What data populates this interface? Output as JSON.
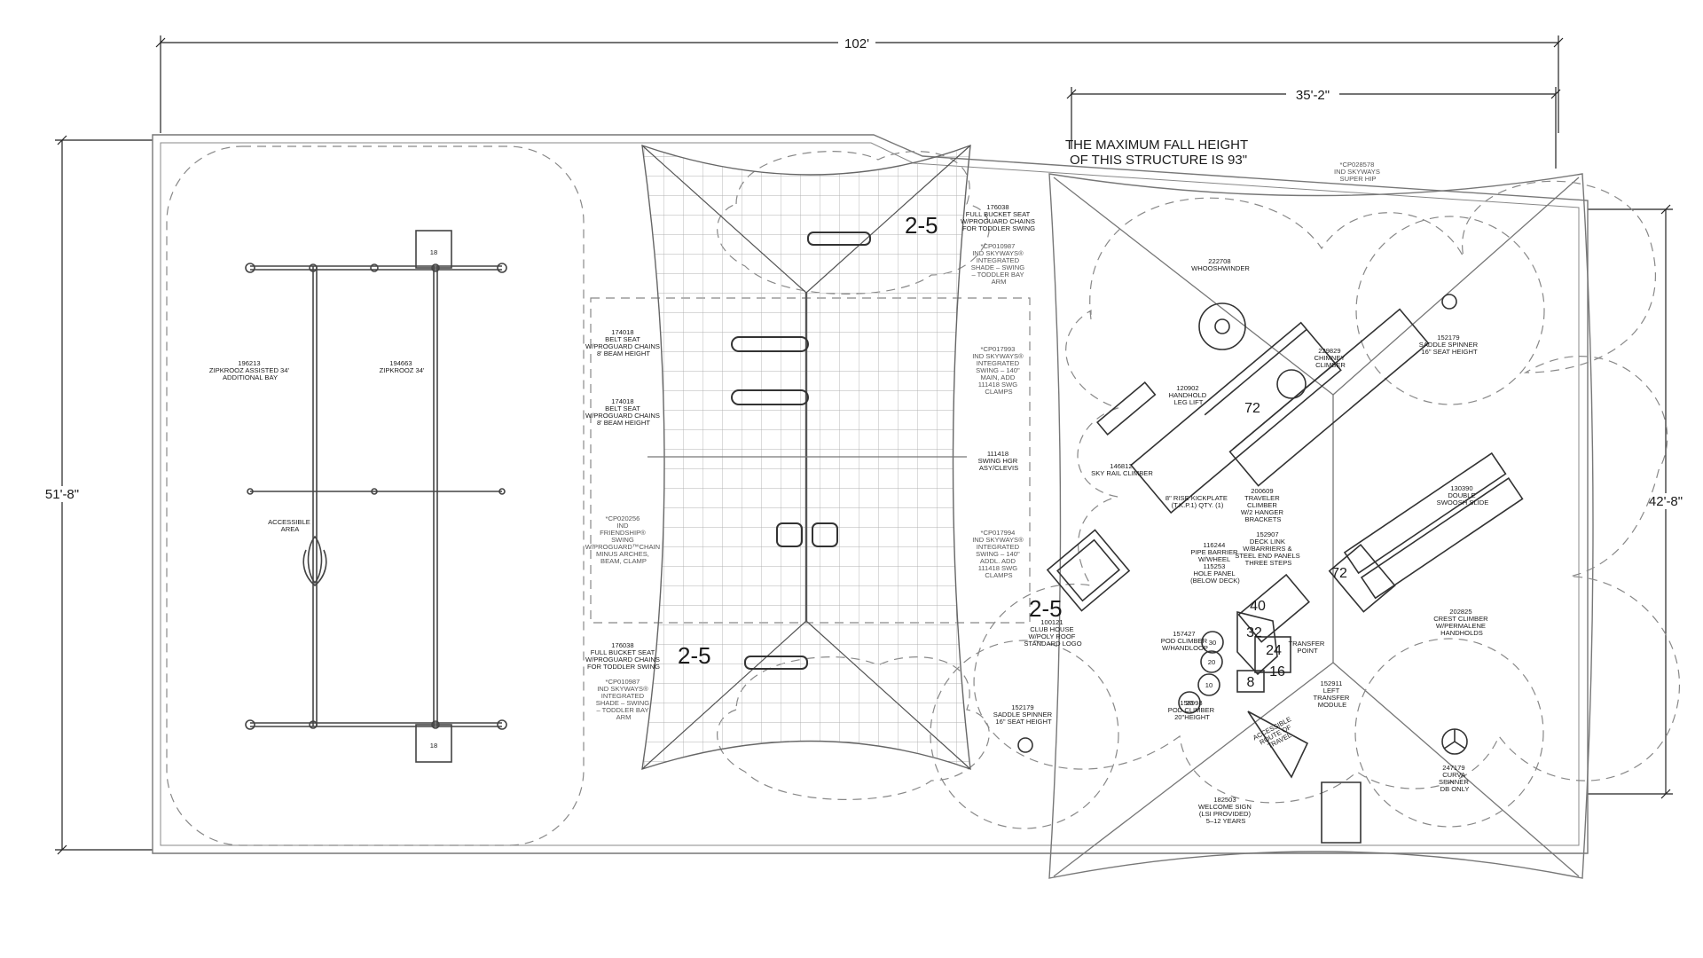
{
  "dimensions": {
    "overall_width": "102'",
    "overall_depth": "51'-8\"",
    "structure_width": "35'-2\"",
    "structure_depth": "42'-8\""
  },
  "notes": {
    "fall_height_line1": "THE MAXIMUM FALL HEIGHT",
    "fall_height_line2": "OF THIS STRUCTURE IS 93\"",
    "shade_hip": [
      "*CP028578",
      "IND SKYWAYS",
      "SUPER HIP"
    ]
  },
  "zipkrooz": {
    "additional_bay": [
      "196213",
      "ZIPKROOZ ASSISTED 34'",
      "ADDITIONAL BAY"
    ],
    "main": [
      "194663",
      "ZIPKROOZ 34'"
    ],
    "accessible_area": [
      "ACCESSIBLE",
      "AREA"
    ],
    "post_label_top": "18",
    "post_label_bottom": "18"
  },
  "swings": {
    "zone_top": "2-5",
    "zone_bottom": "2-5",
    "belt_seat_1": [
      "174018",
      "BELT SEAT",
      "W/PROGUARD CHAINS",
      "8' BEAM HEIGHT"
    ],
    "belt_seat_2": [
      "174018",
      "BELT SEAT",
      "W/PROGUARD CHAINS",
      "8' BEAM HEIGHT"
    ],
    "friendship": [
      "*CP020256",
      "IND",
      "FRIENDSHIP®",
      "SWING",
      "W/PROGUARD™CHAIN",
      "MINUS ARCHES,",
      "BEAM, CLAMP"
    ],
    "bucket_top": [
      "176038",
      "FULL BUCKET SEAT",
      "W/PROGUARD CHAINS",
      "FOR TODDLER SWING"
    ],
    "shade_top": [
      "*CP010987",
      "IND SKYWAYS®",
      "INTEGRATED",
      "SHADE – SWING",
      "– TODDLER BAY",
      "ARM"
    ],
    "integrated_main": [
      "*CP017993",
      "IND SKYWAYS®",
      "INTEGRATED",
      "SWING – 140\"",
      "MAIN, ADD",
      "111418 SWG",
      "CLAMPS"
    ],
    "hanger": [
      "111418",
      "SWING HGR",
      "ASY/CLEVIS"
    ],
    "integrated_addl": [
      "*CP017994",
      "IND SKYWAYS®",
      "INTEGRATED",
      "SWING – 140\"",
      "ADDL. ADD",
      "111418 SWG",
      "CLAMPS"
    ],
    "bucket_bottom": [
      "176038",
      "FULL BUCKET SEAT",
      "W/PROGUARD CHAINS",
      "FOR TODDLER SWING"
    ],
    "shade_bottom": [
      "*CP010987",
      "IND SKYWAYS®",
      "INTEGRATED",
      "SHADE – SWING",
      "– TODDLER BAY",
      "ARM"
    ]
  },
  "structure": {
    "zone": "2-5",
    "whooshwinder": [
      "222708",
      "WHOOSHWINDER"
    ],
    "chimney": [
      "229829",
      "CHIMNEY",
      "CLIMBER"
    ],
    "handhold": [
      "120902",
      "HANDHOLD",
      "LEG LIFT"
    ],
    "sky_rail": [
      "146812",
      "SKY RAIL CLIMBER"
    ],
    "kickplate": [
      "8\" RISE KICKPLATE",
      "(T.K.P.1) QTY. (1)"
    ],
    "traveler": [
      "200609",
      "TRAVELER",
      "CLIMBER",
      "W/2 HANGER",
      "BRACKETS"
    ],
    "deck_link": [
      "152907",
      "DECK LINK",
      "W/BARRIERS &",
      "STEEL END PANELS",
      "THREE STEPS"
    ],
    "pipe_barrier": [
      "116244",
      "PIPE BARRIER",
      "W/WHEEL",
      "115253",
      "HOLE PANEL",
      "(BELOW DECK)"
    ],
    "spinner_top": [
      "152179",
      "SADDLE SPINNER",
      "16\" SEAT HEIGHT"
    ],
    "swoosh_slide": [
      "130390",
      "DOUBLE",
      "SWOOSH SLIDE"
    ],
    "crest_climber": [
      "202825",
      "CREST CLIMBER",
      "W/PERMALENE",
      "HANDHOLDS"
    ],
    "club_house": [
      "100121",
      "CLUB HOUSE",
      "W/POLY ROOF",
      "STANDARD LOGO"
    ],
    "pod_climber_loop": [
      "157427",
      "POD CLIMBER",
      "W/HANDLOOP"
    ],
    "transfer_point": [
      "TRANSFER",
      "POINT"
    ],
    "pod_climber": [
      "158998",
      "POD CLIMBER",
      "20\"HEIGHT"
    ],
    "left_transfer": [
      "152911",
      "LEFT",
      "TRANSFER",
      "MODULE"
    ],
    "spinner_bottom": [
      "152179",
      "SADDLE SPINNER",
      "16\" SEAT HEIGHT"
    ],
    "accessible_route": [
      "ACCESSIBLE",
      "ROUTE OF",
      "TRAVEL"
    ],
    "welcome_sign": [
      "182503",
      "WELCOME SIGN",
      "(LSI PROVIDED)",
      "5–12 YEARS"
    ],
    "curva": [
      "247179",
      "CURVA",
      "SPINNER",
      "DB ONLY"
    ],
    "deck_heights": {
      "d72a": "72",
      "d72b": "72",
      "d40": "40",
      "d32": "32",
      "d24": "24",
      "d16": "16",
      "d8": "8",
      "p30": "30",
      "p20": "20",
      "p10": "10",
      "p20b": "20"
    }
  }
}
